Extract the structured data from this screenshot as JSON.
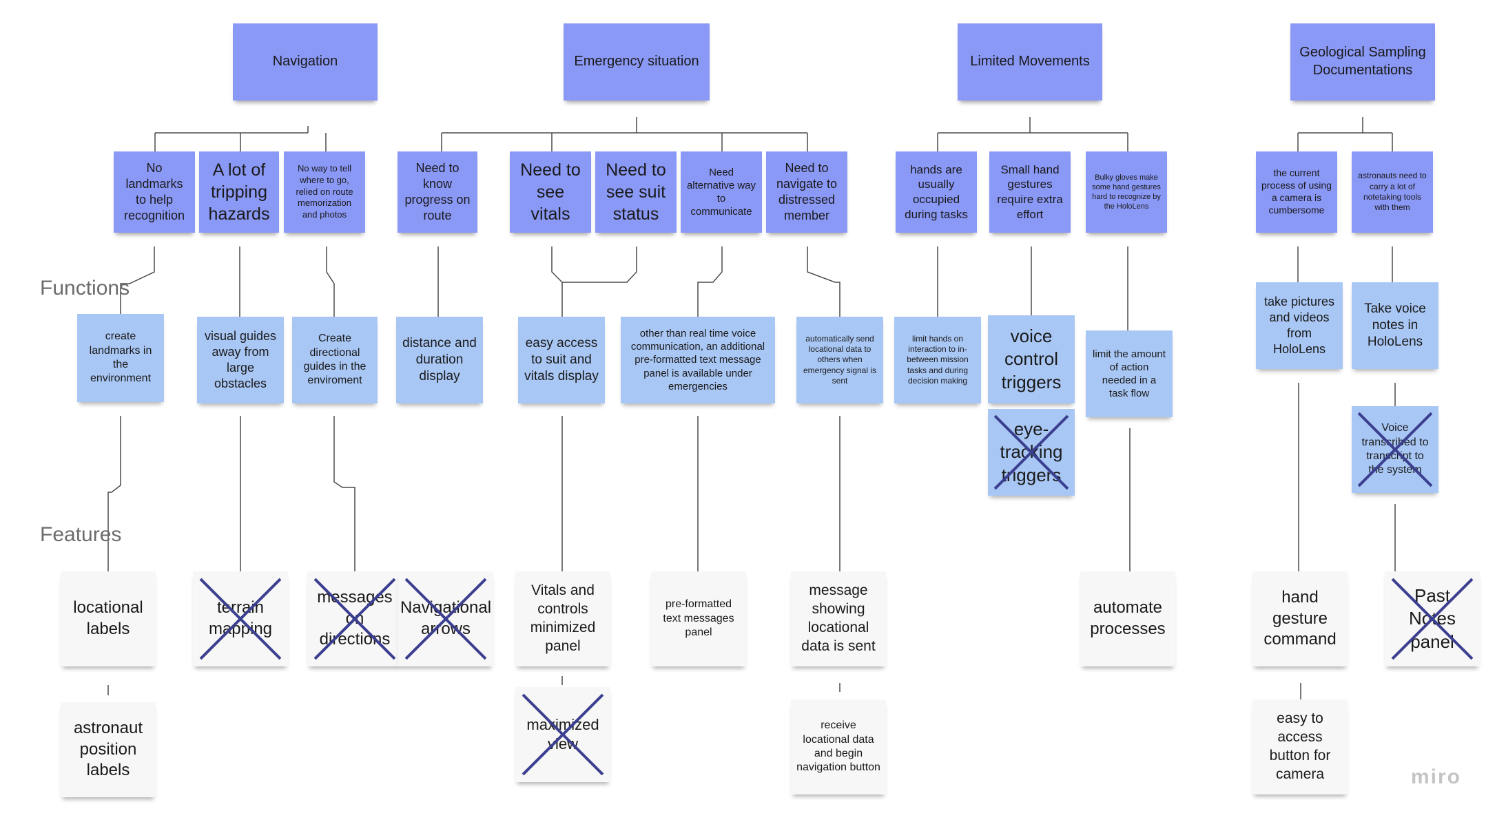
{
  "labels": {
    "functions": "Functions",
    "features": "Features",
    "logo": "miro"
  },
  "colors": {
    "theme": "#8a98f6",
    "need": "#8a98f6",
    "function": "#a9c7f5",
    "feature": "#f7f7f7",
    "connector": "#4a4a4a",
    "cross": "#3b3f8f"
  },
  "themes": [
    {
      "id": "nav",
      "text": "Navigation"
    },
    {
      "id": "emg",
      "text": "Emergency situation"
    },
    {
      "id": "lim",
      "text": "Limited Movements"
    },
    {
      "id": "geo",
      "text": "Geological Sampling Documentations"
    }
  ],
  "needs": [
    {
      "id": "n1",
      "theme": "nav",
      "text": "No landmarks to help recognition"
    },
    {
      "id": "n2",
      "theme": "nav",
      "text": "A lot of tripping hazards"
    },
    {
      "id": "n3",
      "theme": "nav",
      "text": "No way to tell where to go, relied on route memorization and photos"
    },
    {
      "id": "n4",
      "theme": "emg",
      "text": "Need to know progress on route"
    },
    {
      "id": "n5",
      "theme": "emg",
      "text": "Need to see vitals"
    },
    {
      "id": "n6",
      "theme": "emg",
      "text": "Need to see suit status"
    },
    {
      "id": "n7",
      "theme": "emg",
      "text": "Need alternative way to communicate"
    },
    {
      "id": "n8",
      "theme": "emg",
      "text": "Need to navigate to distressed member"
    },
    {
      "id": "n9",
      "theme": "lim",
      "text": "hands are usually occupied during  tasks"
    },
    {
      "id": "n10",
      "theme": "lim",
      "text": "Small hand gestures require extra effort"
    },
    {
      "id": "n11",
      "theme": "lim",
      "text": "Bulky gloves make some hand gestures hard to recognize by the HoloLens"
    },
    {
      "id": "n12",
      "theme": "geo",
      "text": "the current process of using a camera is cumbersome"
    },
    {
      "id": "n13",
      "theme": "geo",
      "text": "astronauts need to carry a lot of notetaking tools with them"
    }
  ],
  "functions": [
    {
      "id": "f1",
      "text": "create landmarks in the environment",
      "crossed": false
    },
    {
      "id": "f2",
      "text": "visual guides away from large obstacles",
      "crossed": false
    },
    {
      "id": "f3",
      "text": "Create directional guides in the enviroment",
      "crossed": false
    },
    {
      "id": "f4",
      "text": "distance and duration display",
      "crossed": false
    },
    {
      "id": "f5",
      "text": "easy access to suit and vitals display",
      "crossed": false
    },
    {
      "id": "f6",
      "text": "other than real time voice communication, an additional pre-formatted text message panel is available under emergencies",
      "crossed": false
    },
    {
      "id": "f7",
      "text": "automatically send locational data to others when emergency signal is sent",
      "crossed": false
    },
    {
      "id": "f8",
      "text": "limit hands on interaction to in-between mission tasks and during decision making",
      "crossed": false
    },
    {
      "id": "f9",
      "text": "voice control triggers",
      "crossed": false
    },
    {
      "id": "f10",
      "text": "eye-tracking triggers",
      "crossed": true
    },
    {
      "id": "f11",
      "text": "limit the amount of action needed in a task flow",
      "crossed": false
    },
    {
      "id": "f12",
      "text": "take pictures and videos from HoloLens",
      "crossed": false
    },
    {
      "id": "f13",
      "text": "Take voice notes in HoloLens",
      "crossed": false
    },
    {
      "id": "f14",
      "text": "Voice transcribed to transcript to the system",
      "crossed": true
    }
  ],
  "features": [
    {
      "id": "t1",
      "text": "locational labels",
      "crossed": false
    },
    {
      "id": "t2",
      "text": "astronaut position labels",
      "crossed": false
    },
    {
      "id": "t3",
      "text": "terrain mapping",
      "crossed": true
    },
    {
      "id": "t4",
      "text": "messages on directions",
      "crossed": true
    },
    {
      "id": "t5",
      "text": "Navigational arrows",
      "crossed": true
    },
    {
      "id": "t6",
      "text": "Vitals and controls minimized panel",
      "crossed": false
    },
    {
      "id": "t7",
      "text": "maximized view",
      "crossed": true
    },
    {
      "id": "t8",
      "text": "pre-formatted text messages panel",
      "crossed": false
    },
    {
      "id": "t9",
      "text": "message showing locational data is sent",
      "crossed": false
    },
    {
      "id": "t10",
      "text": "receive locational data and begin navigation button",
      "crossed": false
    },
    {
      "id": "t11",
      "text": "automate processes",
      "crossed": false
    },
    {
      "id": "t12",
      "text": "hand gesture command",
      "crossed": false
    },
    {
      "id": "t13",
      "text": "easy to access button for camera",
      "crossed": false
    },
    {
      "id": "t14",
      "text": "Past Notes panel",
      "crossed": true
    }
  ]
}
